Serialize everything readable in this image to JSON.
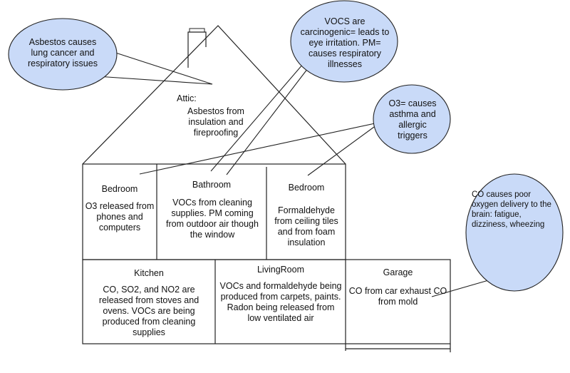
{
  "attic": {
    "title": "Attic:",
    "text": "Asbestos from insulation and fireproofing"
  },
  "rooms": {
    "bedroom_left": {
      "title": "Bedroom",
      "text": "O3 released from phones and computers"
    },
    "bathroom": {
      "title": "Bathroom",
      "text": "VOCs from cleaning supplies. PM coming from outdoor air though the window"
    },
    "bedroom_right": {
      "title": "Bedroom",
      "text": "Formaldehyde from ceiling tiles and from foam insulation"
    },
    "kitchen": {
      "title": "Kitchen",
      "text": "CO, SO2, and NO2 are released from stoves and ovens. VOCs are being produced from cleaning supplies"
    },
    "living_room": {
      "title": "LivingRoom",
      "text": "VOCs and formaldehyde being produced from carpets, paints. Radon being released from low ventilated air"
    },
    "garage": {
      "title": "Garage",
      "text": "CO from car exhaust CO from mold"
    }
  },
  "bubbles": {
    "asbestos": "Asbestos causes lung cancer and respiratory issues",
    "vocs": "VOCS are carcinogenic= leads to eye irritation. PM= causes respiratory illnesses",
    "o3": "O3= causes asthma and allergic triggers",
    "co": "CO causes poor oxygen delivery to the brain: fatigue, dizziness, wheezing"
  },
  "colors": {
    "bubble_fill": "#c9daf8",
    "line": "#222222"
  }
}
